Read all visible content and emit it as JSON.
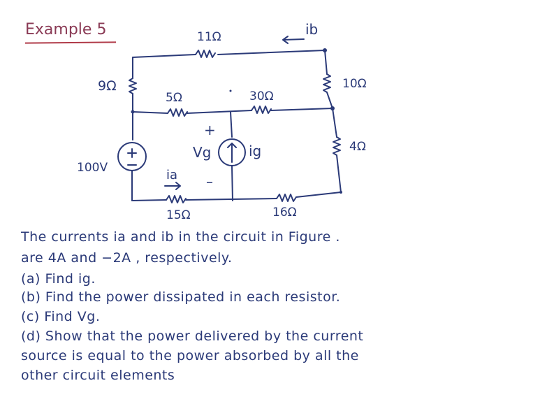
{
  "title": "Example 5",
  "circuit": {
    "r_11": "11Ω",
    "r_9": "9Ω",
    "r_10": "10Ω",
    "r_5": "5Ω",
    "r_30": "30Ω",
    "r_4": "4Ω",
    "r_15": "15Ω",
    "r_16": "16Ω",
    "source_voltage": "100V",
    "current_ib": "ib",
    "current_ia": "ia",
    "current_ig": "ig",
    "voltage_vg": "Vg",
    "plus": "+",
    "minus": "–"
  },
  "text": {
    "line1": "The currents  ia  and  ib  in  the  circuit  in  Figure .",
    "line2": "are   4A   and   −2A , respectively.",
    "line3": "(a) Find ig.",
    "line4": "(b) Find   the  power  dissipated   in  each   resistor.",
    "line5": "(c) Find Vg.",
    "line6": "(d) Show  that  the  power  delivered  by  the  current",
    "line7": "source   is  equal  to  the   power  absorbed  by  all  the",
    "line8": "other   circuit   elements"
  },
  "colors": {
    "ink": "#2b3a78",
    "title": "#8a3a55",
    "underline": "#b03a48"
  }
}
